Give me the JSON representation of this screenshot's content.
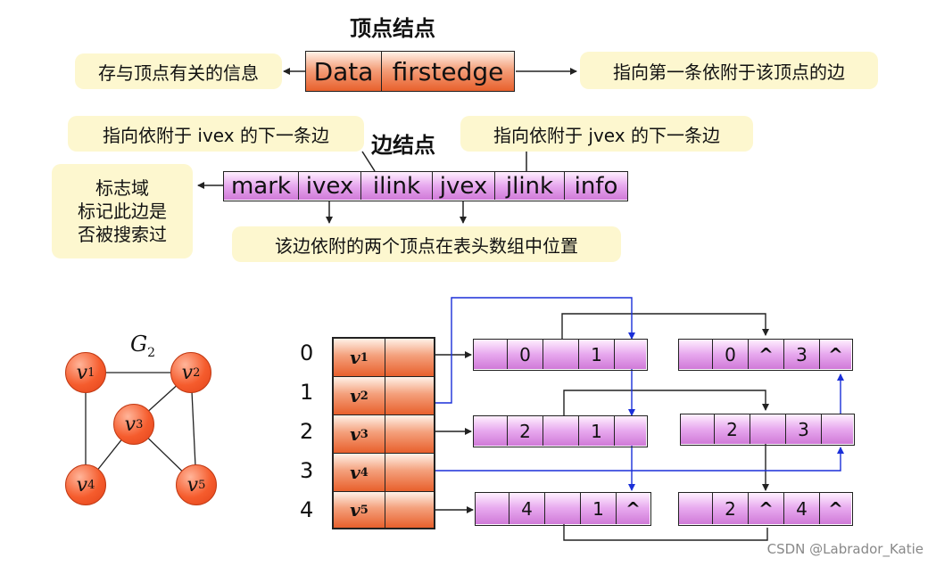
{
  "vertex_node": {
    "title": "顶点结点",
    "fields": [
      "Data",
      "firstedge"
    ],
    "left_note": "存与顶点有关的信息",
    "right_note": "指向第一条依附于该顶点的边"
  },
  "edge_node": {
    "title": "边结点",
    "fields": [
      "mark",
      "ivex",
      "ilink",
      "jvex",
      "jlink",
      "info"
    ],
    "note_ilink": "指向依附于 ivex 的下一条边",
    "note_jlink": "指向依附于 jvex 的下一条边",
    "note_mark": [
      "标志域",
      "标记此边是",
      "否被搜索过"
    ],
    "note_vex": "该边依附的两个顶点在表头数组中位置"
  },
  "graph": {
    "label": "G",
    "label_sub": "2",
    "vertices": [
      {
        "id": "v1",
        "base": "v",
        "sub": "1"
      },
      {
        "id": "v2",
        "base": "v",
        "sub": "2"
      },
      {
        "id": "v3",
        "base": "v",
        "sub": "3"
      },
      {
        "id": "v4",
        "base": "v",
        "sub": "4"
      },
      {
        "id": "v5",
        "base": "v",
        "sub": "5"
      }
    ],
    "edges": [
      [
        "v1",
        "v2"
      ],
      [
        "v1",
        "v4"
      ],
      [
        "v2",
        "v3"
      ],
      [
        "v2",
        "v5"
      ],
      [
        "v3",
        "v4"
      ],
      [
        "v3",
        "v5"
      ]
    ]
  },
  "vertex_array": {
    "indices": [
      "0",
      "1",
      "2",
      "3",
      "4"
    ],
    "labels": [
      {
        "base": "v",
        "sub": "1"
      },
      {
        "base": "v",
        "sub": "2"
      },
      {
        "base": "v",
        "sub": "3"
      },
      {
        "base": "v",
        "sub": "4"
      },
      {
        "base": "v",
        "sub": "5"
      }
    ]
  },
  "edge_list": [
    {
      "ivex": "0",
      "jvex": "1",
      "jlink": ""
    },
    {
      "ivex": "0",
      "jvex": "3",
      "ilink": "^",
      "jlink": "^"
    },
    {
      "ivex": "2",
      "jvex": "1",
      "jlink": ""
    },
    {
      "ivex": "2",
      "jvex": "3",
      "jlink": ""
    },
    {
      "ivex": "4",
      "jvex": "1",
      "jlink": "^"
    },
    {
      "ivex": "2",
      "jvex": "4",
      "ilink": "^",
      "jlink": "^"
    }
  ],
  "watermark": "CSDN @Labrador_Katie"
}
